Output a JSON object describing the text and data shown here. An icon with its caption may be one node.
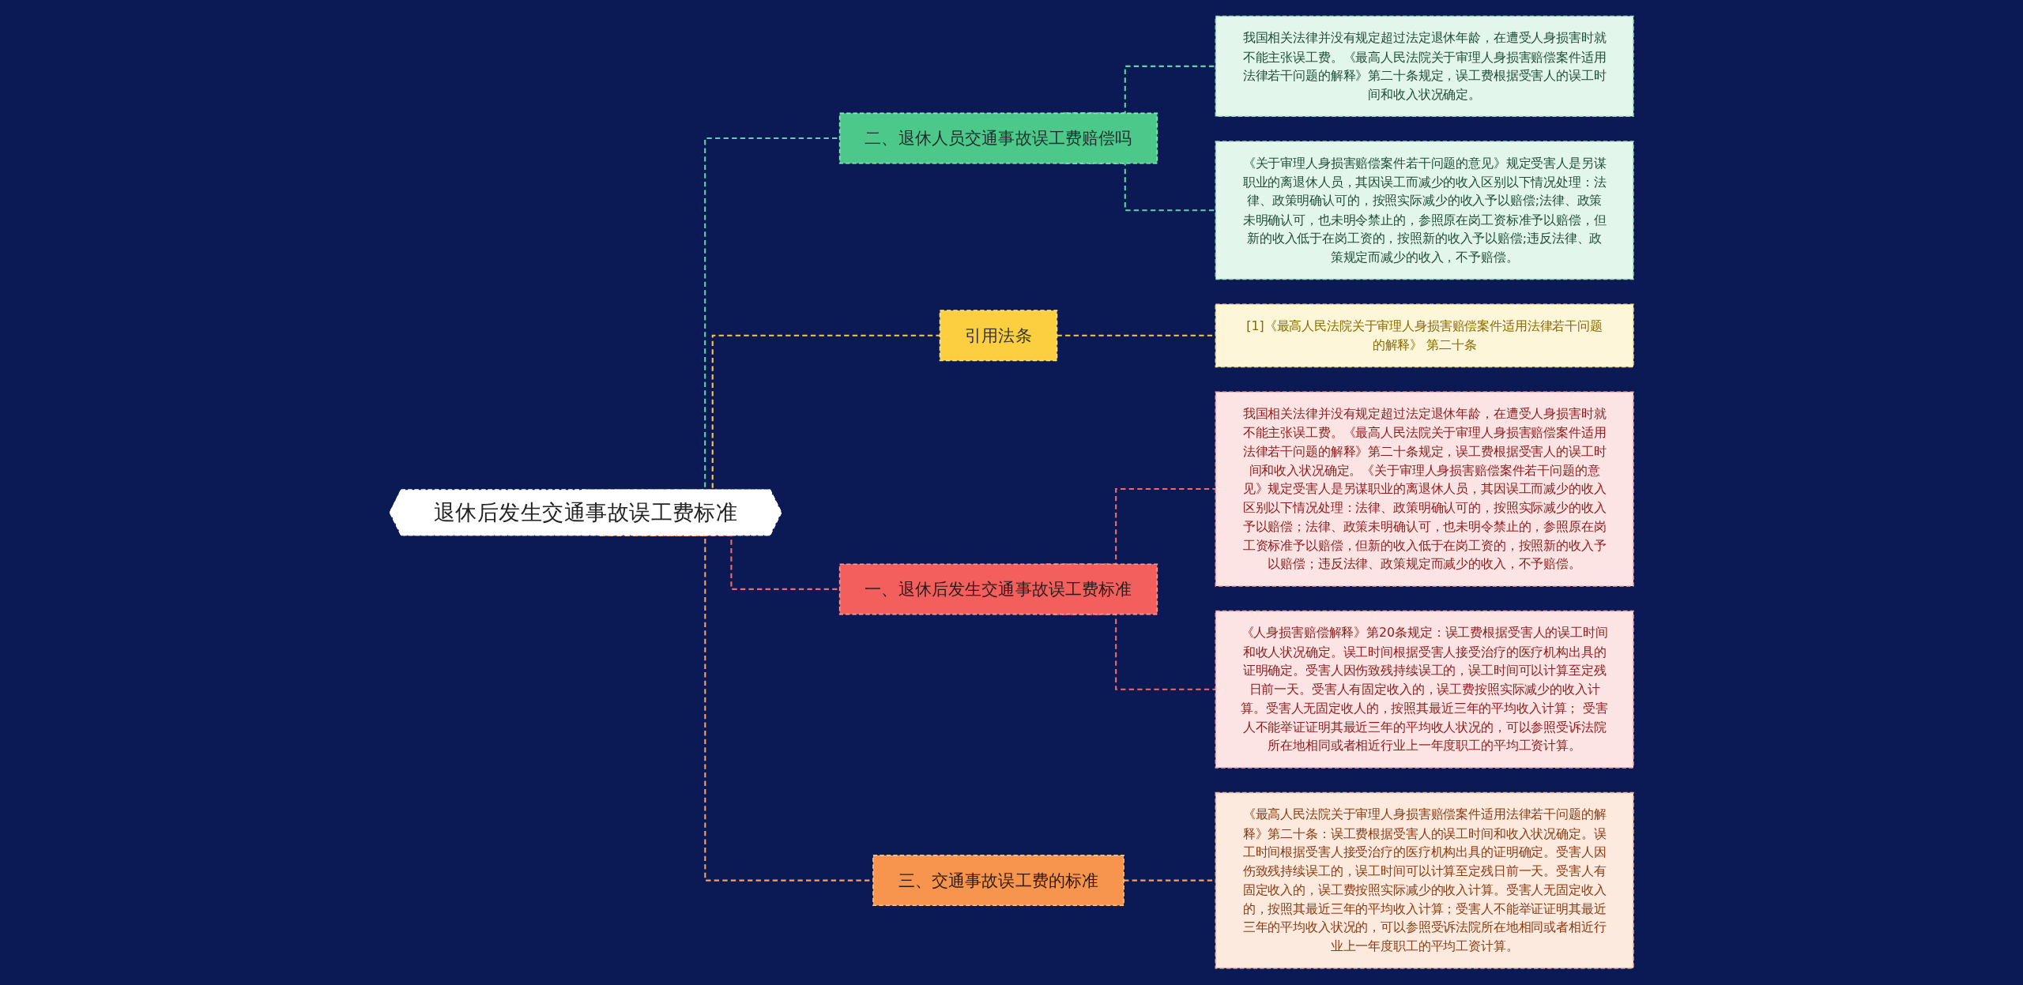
{
  "diagram": {
    "nodes": [
      {
        "text": [
          "退休后发生交通事故误工费标准"
        ]
      },
      {
        "text": [
          "二、退休人员交通事故误工费赔偿吗"
        ]
      },
      {
        "text": [
          "我国相关法律并没有规定超过法定退休年龄，在遭受人身损害时就不能主张误工费。《最高人民法院关于审理人身损害赔偿案件适用法律若干问题的解释》第二十条规定，误工费根据受害人的误工时间和收入状况确定。"
        ]
      },
      {
        "text": [
          "《关于审理人身损害赔偿案件若干问题的意见》规定受害人是另谋职业的离退休人员，其因误工而减少的收入区别以下情况处理：法律、政策明确认可的，按照实际减少的收入予以赔偿;法律、政策未明确认可，也未明令禁止的，参照原在岗工资标准予以赔偿，但新的收入低于在岗工资的，按照新的收入予以赔偿;违反法律、政策规定而减少的收入，不予赔偿。"
        ]
      },
      {
        "text": [
          "引用法条"
        ]
      },
      {
        "text": [
          "[1]《最高人民法院关于审理人身损害赔偿案件适用法律若干问题的解释》 第二十条"
        ]
      },
      {
        "text": [
          "一、退休后发生交通事故误工费标准"
        ]
      },
      {
        "text": [
          "我国相关法律并没有规定超过法定退休年龄，在遭受人身损害时就不能主张误工费。《最高人民法院关于审理人身损害赔偿案件适用法律若干问题的解释》第二十条规定，误工费根据受害人的误工时间和收入状况确定。《关于审理人身损害赔偿案件若干问题的意见》规定受害人是另谋职业的离退休人员，其因误工而减少的收入区别以下情况处理：法律、政策明确认可的，按照实际减少的收入予以赔偿；法律、政策未明确认可，也未明令禁止的，参照原在岗工资标准予以赔偿，但新的收入低于在岗工资的，按照新的收入予以赔偿；违反法律、政策规定而减少的收入，不予赔偿。"
        ]
      },
      {
        "text": [
          "《人身损害赔偿解释》第20条规定：误工费根据受害人的误工时间和收人状况确定。误工时间根据受害人接受治疗的医疗机构出具的证明确定。受害人因伤致残持续误工的，误工时间可以计算至定残日前一天。受害人有固定收入的，误工费按照实际减少的收入计算。受害人无固定收人的，按照其最近三年的平均收入计算； 受害人不能举证证明其最近三年的平均收人状况的，可以参照受诉法院所在地相同或者相近行业上一年度职工的平均工资计算。"
        ]
      },
      {
        "text": [
          "三、交通事故误工费的标准"
        ]
      },
      {
        "text": [
          "《最高人民法院关于审理人身损害赔偿案件适用法律若干问题的解释》第二十条：误工费根据受害人的误工时间和收入状况确定。误工时间根据受害人接受治疗的医疗机构出具的证明确定。受害人因伤致残持续误工的，误工时间可以计算至定残日前一天。受害人有固定收入的，误工费按照实际减少的收入计算。受害人无固定收入的，按照其最近三年的平均收入计算；受害人不能举证证明其最近三年的平均收入状况的，可以参照受诉法院所在地相同或者相近行业上一年度职工的平均工资计算。"
        ]
      }
    ],
    "edges": [
      {
        "from": 0,
        "to": 1,
        "arrow": "none",
        "style": "dashed",
        "color": "#5fd3a0"
      },
      {
        "from": 1,
        "to": 2,
        "arrow": "none",
        "style": "dashed",
        "color": "#5fd3a0"
      },
      {
        "from": 1,
        "to": 3,
        "arrow": "none",
        "style": "dashed",
        "color": "#5fd3a0"
      },
      {
        "from": 0,
        "to": 4,
        "arrow": "none",
        "style": "dashed",
        "color": "#f7c948"
      },
      {
        "from": 4,
        "to": 5,
        "arrow": "none",
        "style": "dashed",
        "color": "#f7c948"
      },
      {
        "from": 0,
        "to": 6,
        "arrow": "none",
        "style": "dashed",
        "color": "#f06a6a"
      },
      {
        "from": 6,
        "to": 7,
        "arrow": "none",
        "style": "dashed",
        "color": "#f06a6a"
      },
      {
        "from": 6,
        "to": 8,
        "arrow": "none",
        "style": "dashed",
        "color": "#f06a6a"
      },
      {
        "from": 0,
        "to": 9,
        "arrow": "none",
        "style": "dashed",
        "color": "#f7a060"
      },
      {
        "from": 9,
        "to": 10,
        "arrow": "none",
        "style": "dashed",
        "color": "#f7a060"
      }
    ]
  }
}
